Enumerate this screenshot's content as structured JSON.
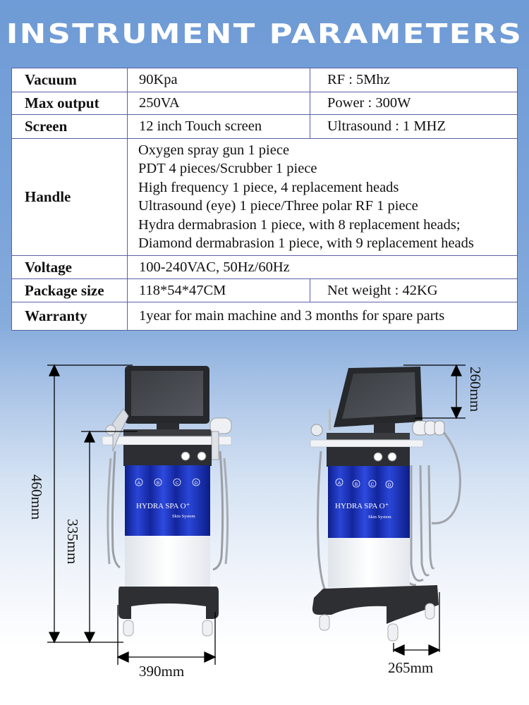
{
  "header": {
    "title": "INSTRUMENT  PARAMETERS"
  },
  "specs": {
    "vacuum": {
      "label": "Vacuum",
      "value": "90Kpa",
      "extra": "RF : 5Mhz"
    },
    "max_output": {
      "label": "Max output",
      "value": "250VA",
      "extra": "Power : 300W"
    },
    "screen": {
      "label": "Screen",
      "value": "12 inch Touch screen",
      "extra": "Ultrasound : 1 MHZ"
    },
    "handle": {
      "label": "Handle",
      "lines": [
        "Oxygen spray gun 1 piece",
        "PDT  4 pieces/Scrubber 1 piece",
        "High frequency 1 piece, 4 replacement heads",
        "Ultrasound (eye) 1 piece/Three polar RF 1 piece",
        "Hydra dermabrasion 1 piece, with 8 replacement heads;",
        "Diamond dermabrasion 1 piece, with 9 replacement heads"
      ]
    },
    "voltage": {
      "label": "Voltage",
      "value": "100-240VAC, 50Hz/60Hz"
    },
    "package_size": {
      "label": "Package size",
      "value": "118*54*47CM",
      "extra": "Net weight : 42KG"
    },
    "warranty": {
      "label": "Warranty",
      "value": "1year for main machine and 3 months for spare parts"
    }
  },
  "front_view": {
    "height_total": "460mm",
    "height_body": "335mm",
    "width": "390mm",
    "panel": {
      "buttons": [
        "A",
        "B",
        "C",
        "D"
      ],
      "brand": "HYDRA  SPA  O⁺",
      "subtitle": "Skin System"
    }
  },
  "side_view": {
    "screen_height": "260mm",
    "depth": "265mm",
    "panel": {
      "buttons": [
        "A",
        "B",
        "C",
        "D"
      ],
      "brand": "HYDRA  SPA  O⁺",
      "subtitle": "Skin System"
    }
  },
  "colors": {
    "table_border": "#5a5fa8",
    "panel_blue": "#1a2fb0",
    "header_bg": "#6f9bd6"
  }
}
